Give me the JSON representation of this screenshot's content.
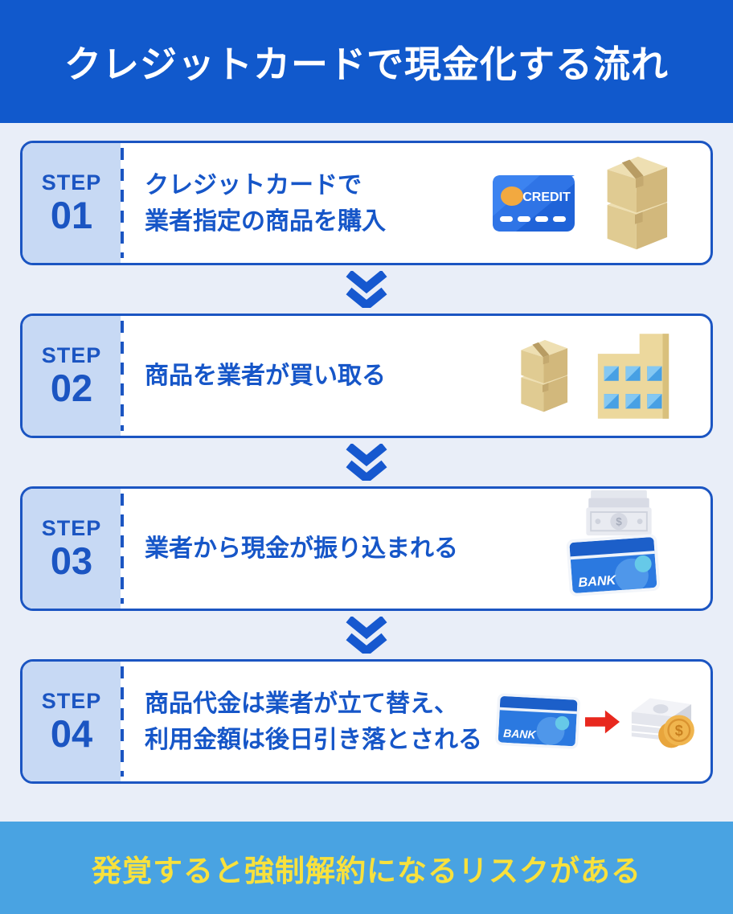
{
  "header": {
    "title": "クレジットカードで現金化する流れ"
  },
  "steps": [
    {
      "label": "STEP",
      "number": "01",
      "lines": [
        "クレジットカードで",
        "業者指定の商品を購入"
      ],
      "icons": [
        "credit-card",
        "package-boxes"
      ]
    },
    {
      "label": "STEP",
      "number": "02",
      "lines": [
        "商品を業者が買い取る"
      ],
      "icons": [
        "package-boxes",
        "buyer-building"
      ]
    },
    {
      "label": "STEP",
      "number": "03",
      "lines": [
        "業者から現金が振り込まれる"
      ],
      "icons": [
        "cash-banknote",
        "bank-card"
      ]
    },
    {
      "label": "STEP",
      "number": "04",
      "lines": [
        "商品代金は業者が立て替え、",
        "利用金額は後日引き落とされる"
      ],
      "icons": [
        "bank-card",
        "red-arrow",
        "cash-and-coins"
      ]
    }
  ],
  "icon_labels": {
    "credit": "CREDIT",
    "bank": "BANK",
    "dollar": "$"
  },
  "footer": {
    "warning": "発覚すると強制解約になるリスクがある"
  },
  "colors": {
    "header_bg": "#1159cc",
    "header_text": "#ffffff",
    "page_bg": "#e9eef8",
    "card_border_blue": "#1b55c2",
    "step_label_bg": "#c7d9f4",
    "step_text_blue": "#1656c8",
    "chevron_blue": "#1658cf",
    "footer_bg": "#49a3e2",
    "footer_text_yellow": "#f8e13d",
    "card_blue": "#2b79e0",
    "box_tan": "#e0cb92",
    "coin_gold": "#f0b54e",
    "arrow_red": "#e8281e"
  }
}
